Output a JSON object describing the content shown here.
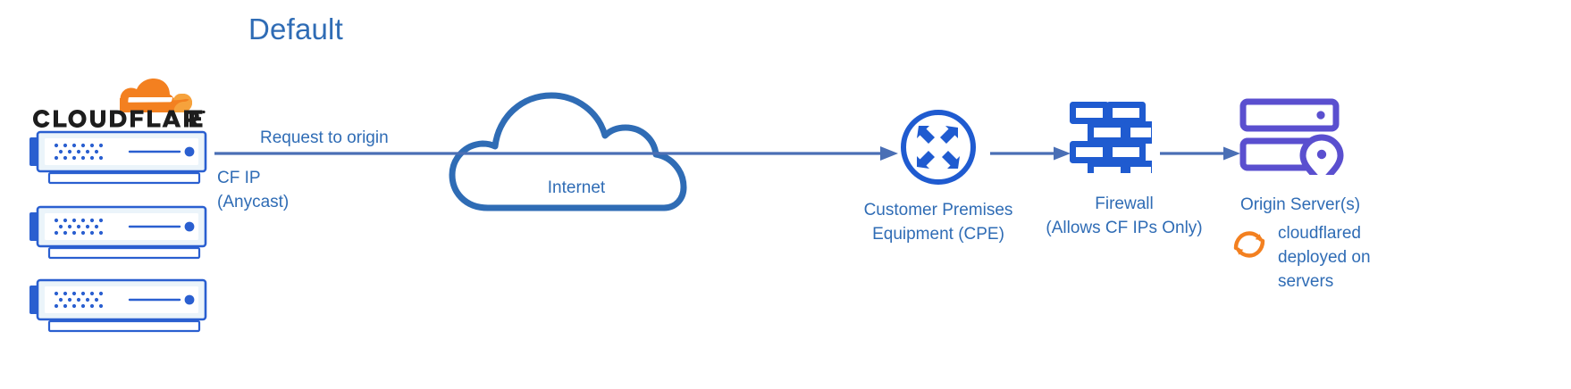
{
  "title": "Default",
  "colors": {
    "primary_blue": "#2f6cb5",
    "icon_blue": "#1f5bd0",
    "server_blue": "#2a5fd0",
    "server_fill": "#ebf4fa",
    "purple": "#5a4fcf",
    "orange": "#f38020",
    "orange_light": "#f6a23c",
    "wordmark_black": "#1d1d1d",
    "white": "#ffffff"
  },
  "cloudflare": {
    "wordmark": "CLOUDFLARE",
    "logo_icon": "cloudflare-cloud-logo",
    "server_count": 3
  },
  "link": {
    "request_label": "Request to origin",
    "cf_ip_line1": "CF IP",
    "cf_ip_line2": "(Anycast)"
  },
  "internet": {
    "label": "Internet",
    "icon": "cloud-outline-icon"
  },
  "cpe": {
    "label_line1": "Customer Premises",
    "label_line2": "Equipment (CPE)",
    "icon": "router-converging-arrows-icon"
  },
  "firewall": {
    "label_line1": "Firewall",
    "label_line2": "(Allows CF IPs Only)",
    "icon": "brick-wall-icon"
  },
  "origin": {
    "label": "Origin Server(s)",
    "icon": "server-rack-location-pin-icon"
  },
  "cloudflared": {
    "label": "cloudflared\ndeployed on\nservers",
    "icon": "sync-arrows-icon"
  },
  "arrows": {
    "main": "arrow-right",
    "cpe_to_firewall": "arrow-right",
    "firewall_to_origin": "arrow-right"
  }
}
